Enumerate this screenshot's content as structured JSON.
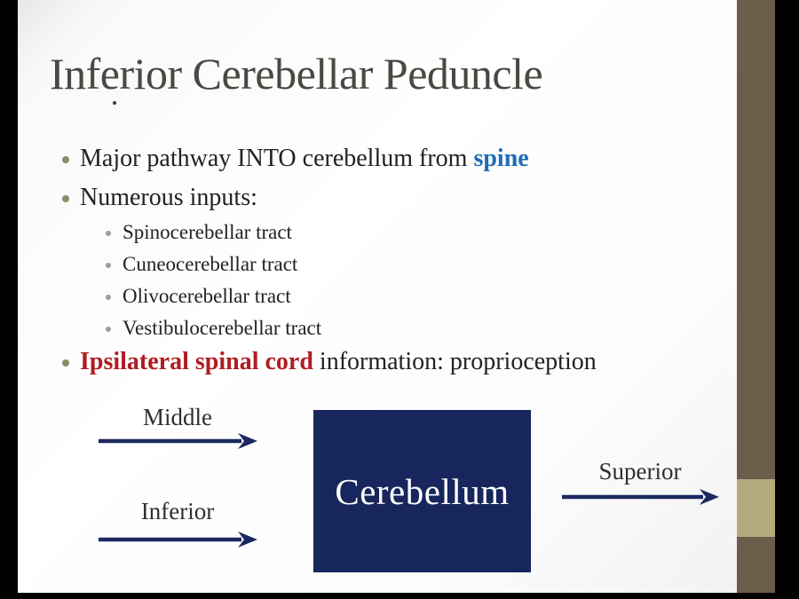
{
  "slide": {
    "title": "Inferior Cerebellar Peduncle",
    "bullets": {
      "major": {
        "pre": "Major pathway INTO cerebellum from ",
        "highlight": "spine"
      },
      "numerous": "Numerous inputs:",
      "sub": [
        "Spinocerebellar tract",
        "Cuneocerebellar tract",
        "Olivocerebellar tract",
        "Vestibulocerebellar tract"
      ],
      "ipsilateral": {
        "highlight": "Ipsilateral spinal cord",
        "post": " information: proprioception"
      }
    },
    "diagram": {
      "middle_label": "Middle",
      "inferior_label": "Inferior",
      "superior_label": "Superior",
      "box_label": "Cerebellum"
    },
    "colors": {
      "highlight_blue": "#1d6db6",
      "highlight_red": "#b01c23",
      "box_navy": "#17265c",
      "arrow_navy": "#1c2960",
      "frame_brown": "#6a5d4a",
      "frame_khaki": "#b2aa7d",
      "title_gray": "#4b4741",
      "bullet_dot_olive": "#8b8b66",
      "bullet_dot_gray": "#9aa196"
    }
  }
}
